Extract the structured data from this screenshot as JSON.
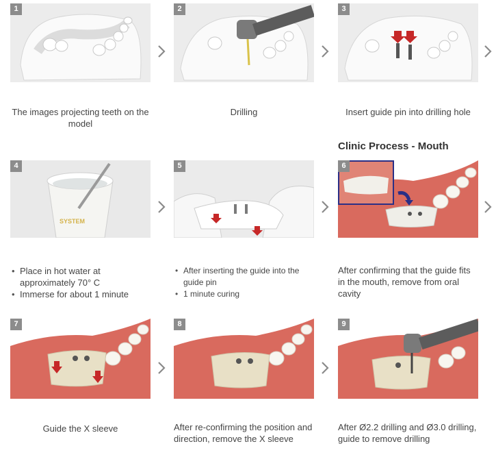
{
  "section_title": "Clinic Process - Mouth",
  "steps": [
    {
      "number": "1",
      "caption": "The images projecting teeth on the model"
    },
    {
      "number": "2",
      "caption": "Drilling"
    },
    {
      "number": "3",
      "caption": "Insert guide pin into drilling hole"
    },
    {
      "number": "4",
      "bullets": [
        "Place in hot water at approximately 70° C",
        "Immerse for about 1 minute"
      ],
      "cup_label": "SYSTEM"
    },
    {
      "number": "5",
      "bullets": [
        "After inserting the guide into the guide pin",
        "1 minute curing"
      ]
    },
    {
      "number": "6",
      "caption": "After confirming that the guide fits in the mouth, remove from oral cavity"
    },
    {
      "number": "7",
      "caption": "Guide the X sleeve"
    },
    {
      "number": "8",
      "caption": "After re-confirming the position and direction, remove the X sleeve"
    },
    {
      "number": "9",
      "caption": "After Ø2.2 drilling and Ø3.0 drilling, guide to remove drilling"
    }
  ],
  "colors": {
    "badge": "#8c8c8c",
    "arrow_red": "#c62828",
    "arrow_blue": "#2a2f86",
    "chevron": "#8a8a8a",
    "gum": "#d96a5e"
  }
}
